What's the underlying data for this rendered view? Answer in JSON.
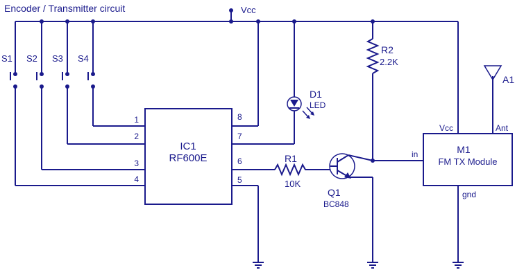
{
  "title": "Encoder / Transmitter circuit",
  "vcc_label": "Vcc",
  "switches": [
    "S1",
    "S2",
    "S3",
    "S4"
  ],
  "ic": {
    "ref": "IC1",
    "part": "RF600E",
    "pins_left": [
      "1",
      "2",
      "3",
      "4"
    ],
    "pins_right": [
      "8",
      "7",
      "6",
      "5"
    ]
  },
  "led": {
    "ref": "D1",
    "value": "LED"
  },
  "r1": {
    "ref": "R1",
    "value": "10K"
  },
  "r2": {
    "ref": "R2",
    "value": "2.2K"
  },
  "q1": {
    "ref": "Q1",
    "value": "BC848"
  },
  "module": {
    "ref": "M1",
    "name": "FM TX Module",
    "vcc": "Vcc",
    "ant": "Ant",
    "in": "in",
    "gnd": "gnd"
  },
  "antenna": {
    "ref": "A1"
  },
  "colors": {
    "ink": "#1a1a8c",
    "background": "#ffffff"
  }
}
